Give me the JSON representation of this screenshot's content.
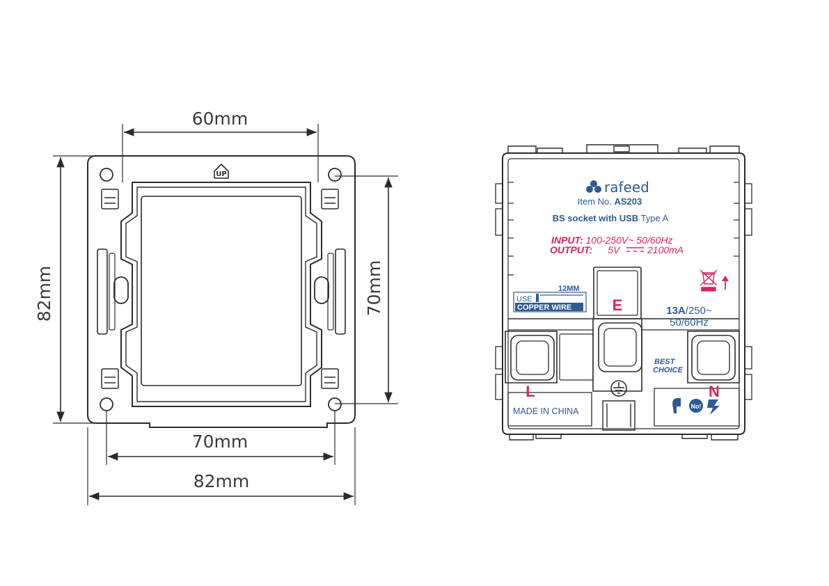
{
  "dimensions": {
    "top_width": "60mm",
    "left_height": "82mm",
    "right_height": "70mm",
    "bottom_inner": "70mm",
    "bottom_outer": "82mm"
  },
  "plate_mark": "UP",
  "brand": {
    "name": "rafeed",
    "item_prefix": "Item No.",
    "item_number": "AS203",
    "product_bold": "BS socket with USB",
    "product_rest": "Type A"
  },
  "ratings": {
    "input_label": "INPUT:",
    "input_value": "100-250V~  50/60Hz",
    "output_label": "OUTPUT:",
    "output_voltage": "5V",
    "output_current": "2100mA"
  },
  "wire_label": {
    "use": "USE",
    "length": "12MM",
    "copper": "COPPER WIRE"
  },
  "terminals": {
    "earth": "E",
    "live": "L",
    "neutral": "N"
  },
  "rating_box": {
    "current": "13A",
    "voltage": "/250~",
    "frequency": "50/60Hz"
  },
  "best_choice": [
    "BEST",
    "CHOICE"
  ],
  "made_in": "MADE IN CHINA",
  "cert_mark": "No!",
  "colors": {
    "line": "#2b2b2b",
    "brand_blue": "#2e5a92",
    "warning_red": "#d5255a",
    "dim_text": "#3a3a3a"
  }
}
